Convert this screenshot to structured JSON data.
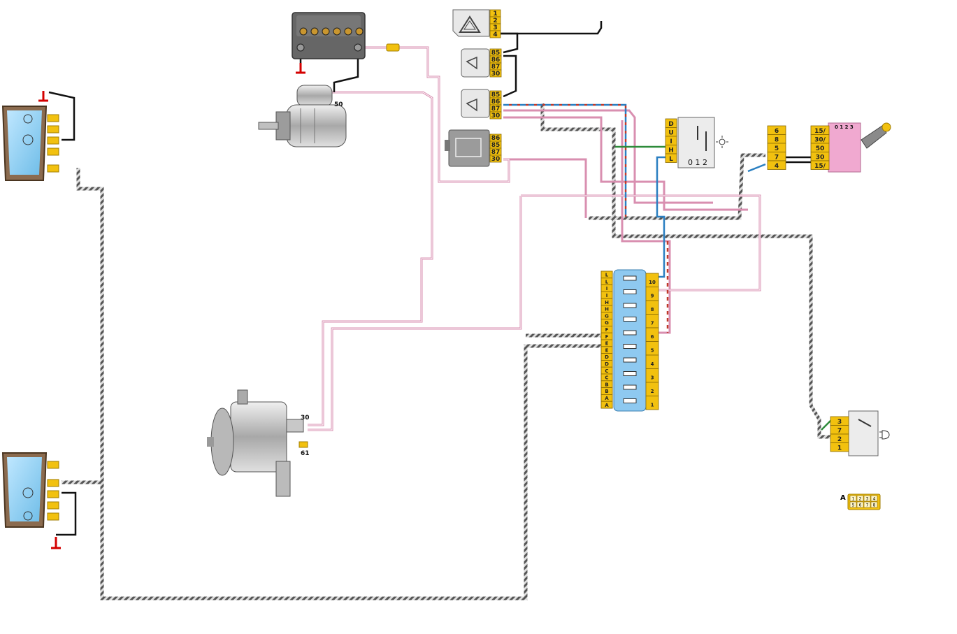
{
  "colors": {
    "wire_black": "#111111",
    "wire_pink": "#d98fb0",
    "wire_gray": "#9a9a9a",
    "wire_blue": "#2a7fc1",
    "wire_green": "#2e8b3a",
    "wire_red": "#c0392b",
    "connector": "#f2c10f",
    "fuse_box": "#8ec9f0",
    "switch_pink": "#f0a9d0",
    "ground": "#d40000"
  },
  "hazard_switch": {
    "pins": [
      "1",
      "2",
      "3",
      "4"
    ]
  },
  "relay_upper": {
    "pins": [
      "85",
      "86",
      "87",
      "30"
    ]
  },
  "relay_lower": {
    "pins": [
      "85",
      "86",
      "87",
      "30"
    ]
  },
  "relay_small": {
    "pins": [
      "86",
      "85",
      "87",
      "30"
    ]
  },
  "starter": {
    "terminal_label": "50"
  },
  "light_switch": {
    "pins": [
      "D",
      "U",
      "I",
      "H",
      "L"
    ],
    "positions": "0 1 2"
  },
  "ignition_connector": {
    "pins": [
      "6",
      "8",
      "5",
      "7",
      "4"
    ]
  },
  "ignition_switch": {
    "pins": [
      "15/",
      "30/",
      "50",
      "30",
      "15/"
    ],
    "positions": "0 1 2 3"
  },
  "alternator": {
    "terminal_30": "30",
    "terminal_61": "61"
  },
  "fuse_box": {
    "left_labels": [
      "L",
      "L",
      "I",
      "I",
      "H",
      "H",
      "G",
      "G",
      "F",
      "F",
      "E",
      "E",
      "D",
      "D",
      "C",
      "C",
      "B",
      "B",
      "A",
      "A"
    ],
    "right_labels": [
      "10",
      "9",
      "8",
      "7",
      "6",
      "5",
      "4",
      "3",
      "2",
      "1"
    ]
  },
  "rear_light_switch": {
    "pins": [
      "3",
      "7",
      "2",
      "1"
    ]
  },
  "connector_legend": {
    "letter": "A",
    "top": [
      "1",
      "2",
      "3",
      "4"
    ],
    "bottom": [
      "5",
      "6",
      "7",
      "8"
    ]
  }
}
